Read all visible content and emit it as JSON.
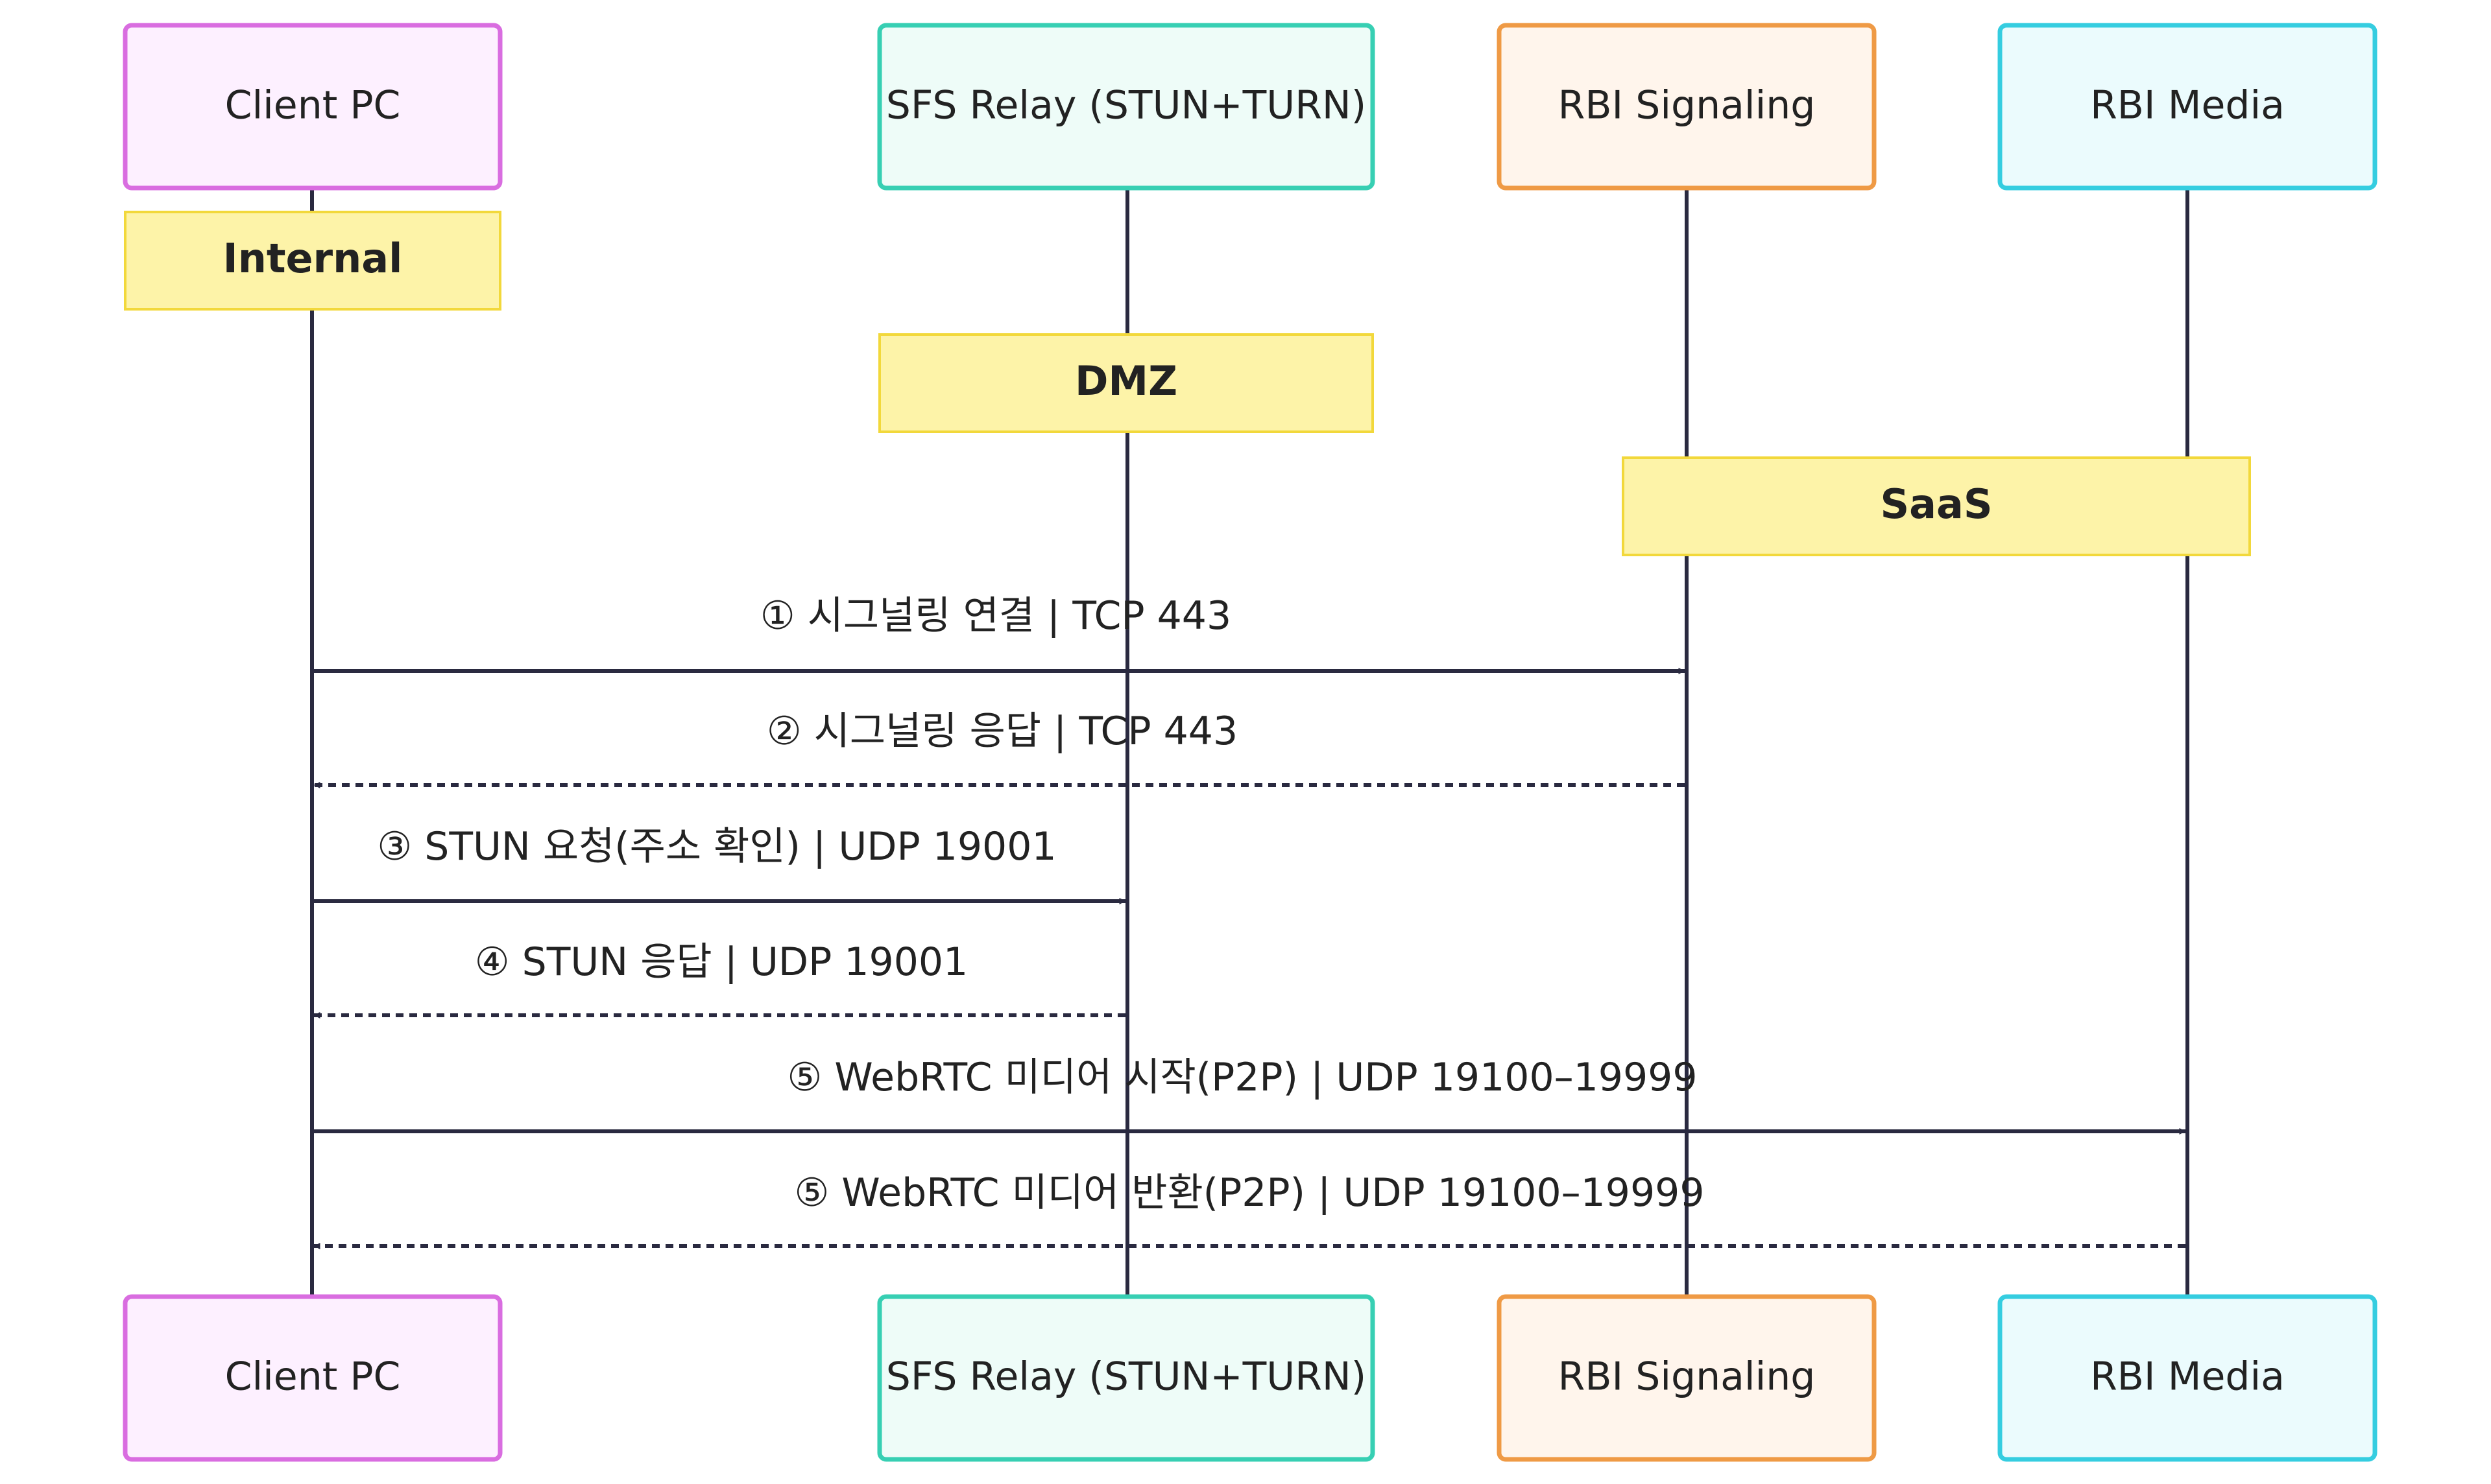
{
  "actors": [
    {
      "id": "client",
      "label": "Client PC",
      "fill": "#fdf0ff",
      "stroke": "#d96de0"
    },
    {
      "id": "sfs",
      "label": "SFS Relay (STUN+TURN)",
      "fill": "#eefcf8",
      "stroke": "#37cfb3"
    },
    {
      "id": "rbisig",
      "label": "RBI Signaling",
      "fill": "#fff5ec",
      "stroke": "#ef9a45"
    },
    {
      "id": "rbimedia",
      "label": "RBI Media",
      "fill": "#ebfbfd",
      "stroke": "#35cde0"
    }
  ],
  "zones": [
    {
      "label": "Internal",
      "actors": [
        "client"
      ]
    },
    {
      "label": "DMZ",
      "actors": [
        "sfs"
      ]
    },
    {
      "label": "SaaS",
      "actors": [
        "rbisig",
        "rbimedia"
      ]
    }
  ],
  "messages": [
    {
      "label": "① 시그널링 연결 | TCP 443",
      "from": "client",
      "to": "rbisig",
      "style": "solid"
    },
    {
      "label": "② 시그널링 응답 | TCP 443",
      "from": "rbisig",
      "to": "client",
      "style": "dashed"
    },
    {
      "label": "③ STUN 요청(주소 확인) | UDP 19001",
      "from": "client",
      "to": "sfs",
      "style": "solid"
    },
    {
      "label": "④ STUN 응답 | UDP 19001",
      "from": "sfs",
      "to": "client",
      "style": "dashed"
    },
    {
      "label": "⑤ WebRTC 미디어 시작(P2P) | UDP 19100–19999",
      "from": "client",
      "to": "rbimedia",
      "style": "solid"
    },
    {
      "label": "⑤ WebRTC 미디어 반환(P2P) | UDP 19100–19999",
      "from": "rbimedia",
      "to": "client",
      "style": "dashed"
    }
  ],
  "colors": {
    "line": "#2a2a40",
    "zone_fill": "#fdf3a8",
    "zone_stroke": "#f2d83b",
    "text": "#222222"
  }
}
